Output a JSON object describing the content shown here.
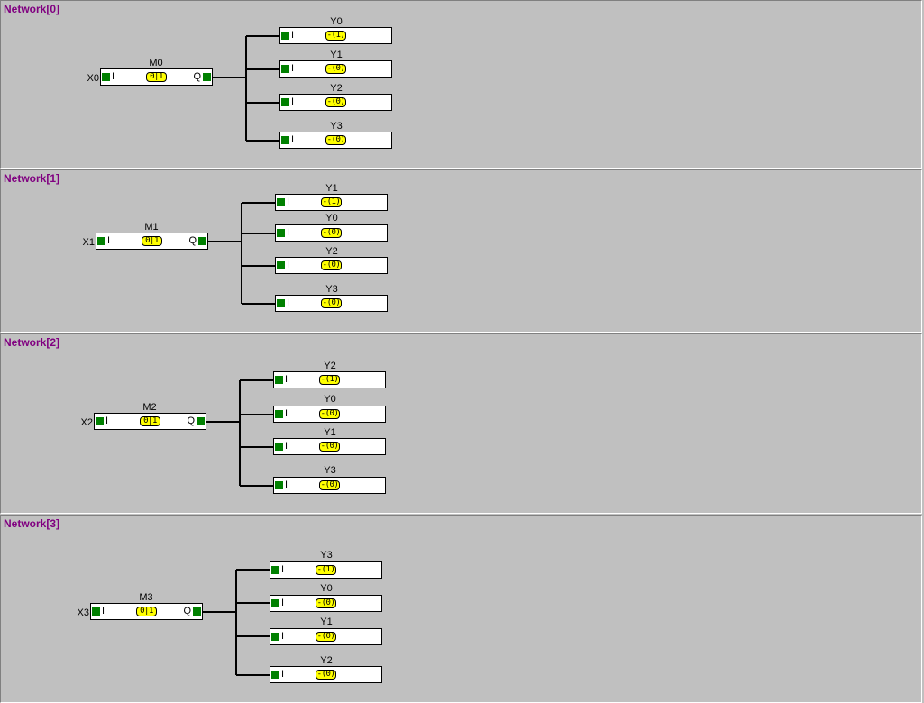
{
  "networks": [
    {
      "title": "Network[0]",
      "input": "X0",
      "block": {
        "name": "M0",
        "in_label": "I",
        "out_label": "Q",
        "func": "0|1"
      },
      "coils": [
        {
          "name": "Y0",
          "in_label": "I",
          "func": "-(1)"
        },
        {
          "name": "Y1",
          "in_label": "I",
          "func": "-(0)"
        },
        {
          "name": "Y2",
          "in_label": "I",
          "func": "-(0)"
        },
        {
          "name": "Y3",
          "in_label": "I",
          "func": "-(0)"
        }
      ]
    },
    {
      "title": "Network[1]",
      "input": "X1",
      "block": {
        "name": "M1",
        "in_label": "I",
        "out_label": "Q",
        "func": "0|1"
      },
      "coils": [
        {
          "name": "Y1",
          "in_label": "I",
          "func": "-(1)"
        },
        {
          "name": "Y0",
          "in_label": "I",
          "func": "-(0)"
        },
        {
          "name": "Y2",
          "in_label": "I",
          "func": "-(0)"
        },
        {
          "name": "Y3",
          "in_label": "I",
          "func": "-(0)"
        }
      ]
    },
    {
      "title": "Network[2]",
      "input": "X2",
      "block": {
        "name": "M2",
        "in_label": "I",
        "out_label": "Q",
        "func": "0|1"
      },
      "coils": [
        {
          "name": "Y2",
          "in_label": "I",
          "func": "-(1)"
        },
        {
          "name": "Y0",
          "in_label": "I",
          "func": "-(0)"
        },
        {
          "name": "Y1",
          "in_label": "I",
          "func": "-(0)"
        },
        {
          "name": "Y3",
          "in_label": "I",
          "func": "-(0)"
        }
      ]
    },
    {
      "title": "Network[3]",
      "input": "X3",
      "block": {
        "name": "M3",
        "in_label": "I",
        "out_label": "Q",
        "func": "0|1"
      },
      "coils": [
        {
          "name": "Y3",
          "in_label": "I",
          "func": "-(1)"
        },
        {
          "name": "Y0",
          "in_label": "I",
          "func": "-(0)"
        },
        {
          "name": "Y1",
          "in_label": "I",
          "func": "-(0)"
        },
        {
          "name": "Y2",
          "in_label": "I",
          "func": "-(0)"
        }
      ]
    }
  ],
  "colors": {
    "background": "#c0c0c0",
    "title": "#800080",
    "pin": "#008000",
    "func_box": "#ffff00",
    "block": "#ffffff"
  }
}
